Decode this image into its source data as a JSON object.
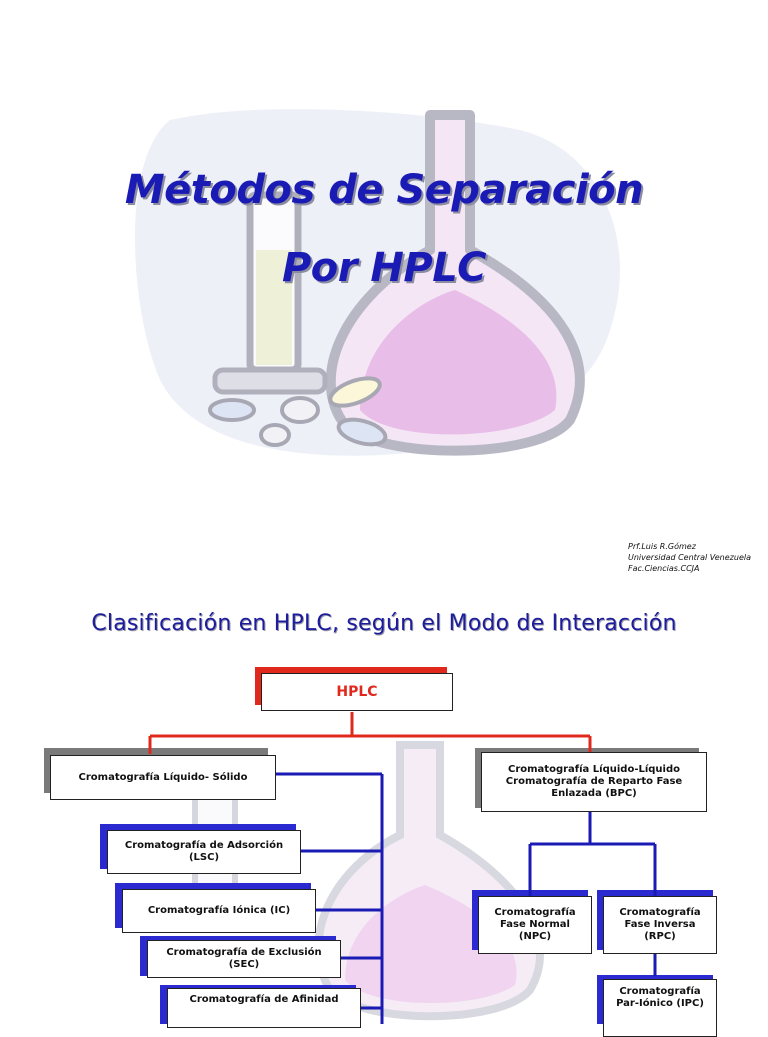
{
  "slide1": {
    "title_line1": "Métodos de Separación",
    "title_line2": "Por HPLC",
    "credits": [
      "Prf.Luis R.Gómez",
      "Universidad Central Venezuela",
      "Fac.Ciencias.CCJA"
    ]
  },
  "slide2": {
    "title": "Clasificación en HPLC, según el Modo de Interacción",
    "root": "HPLC",
    "left_branch": "Cromatografía Líquido- Sólido",
    "right_branch": "Cromatografía Líquido-Líquido Cromatografía de Reparto Fase Enlazada (BPC)",
    "left_children": [
      "Cromatografía de Adsorción (LSC)",
      "Cromatografía Iónica (IC)",
      "Cromatografía de Exclusión (SEC)",
      "Cromatografía de Afinidad"
    ],
    "right_children": [
      "Cromatografía Fase Normal (NPC)",
      "Cromatografía Fase Inversa (RPC)",
      "Cromatografía Par-Iónico (IPC)"
    ]
  },
  "colors": {
    "title_blue": "#1a1ab4",
    "connector_red": "#e0281c",
    "connector_blue": "#1a1ab4",
    "shadow_red": "#e0281c",
    "shadow_blue": "#2a2ad0",
    "shadow_gray": "#7a7a7a"
  },
  "icons": [
    "lab-glassware-clipart-icon",
    "pills-clipart-icon"
  ]
}
